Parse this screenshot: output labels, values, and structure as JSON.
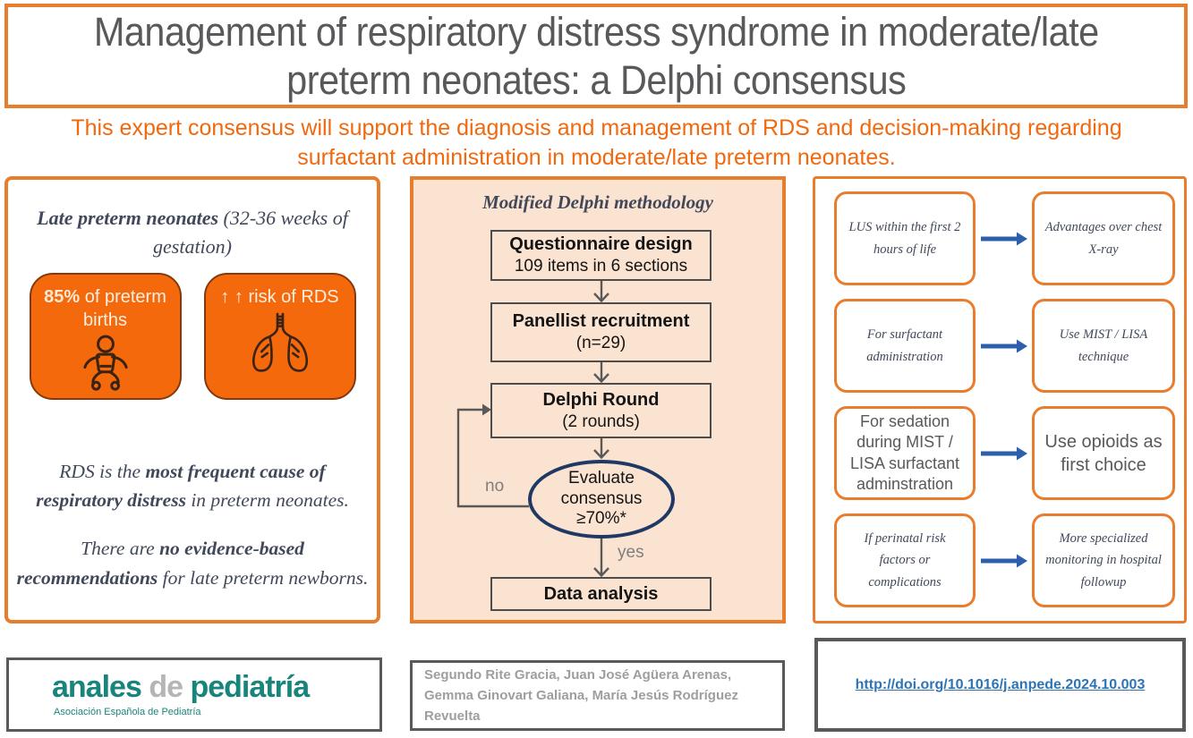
{
  "header": {
    "title_line1": "Management of respiratory distress syndrome in moderate/late",
    "title_line2": "preterm neonates: a Delphi consensus",
    "subtitle_line1": "This expert consensus will support the diagnosis and management of RDS and decision-making regarding",
    "subtitle_line2": "surfactant administration in moderate/late preterm neonates."
  },
  "left_panel": {
    "heading_bold": "Late preterm neonates",
    "heading_rest": " (32-36 weeks of gestation)",
    "stat_boxes": [
      {
        "value": "85%",
        "rest": " of preterm births",
        "icon": "baby-icon"
      },
      {
        "arrows": "↑ ↑",
        "rest": " risk of RDS",
        "icon": "lungs-icon"
      }
    ],
    "para1": {
      "pre": "RDS is the ",
      "bold": "most frequent cause of respiratory distress",
      "post": " in preterm neonates."
    },
    "para2": {
      "pre": "There are ",
      "bold": "no evidence-based recommendations",
      "post": " for late preterm newborns."
    }
  },
  "methodology": {
    "title": "Modified Delphi methodology",
    "steps": [
      {
        "title": "Questionnaire design",
        "subtitle": "109 items in 6 sections"
      },
      {
        "title": "Panellist recruitment",
        "subtitle": "(n=29)"
      },
      {
        "title": "Delphi Round",
        "subtitle": "(2 rounds)"
      }
    ],
    "decision": "Evaluate consensus ≥70%*",
    "final_step": "Data analysis",
    "labels": {
      "no": "no",
      "yes": "yes"
    }
  },
  "recommendations": {
    "rows": [
      {
        "condition": "LUS within the first 2 hours of life",
        "recommendation": "Advantages over chest X-ray"
      },
      {
        "condition": "For surfactant administration",
        "recommendation": "Use MIST / LISA technique"
      },
      {
        "condition": "For sedation during MIST / LISA surfactant adminstration",
        "recommendation": "Use opioids as first choice"
      },
      {
        "condition": "If perinatal risk factors or complications",
        "recommendation": "More specialized monitoring in hospital followup"
      }
    ]
  },
  "footer": {
    "journal": {
      "name_part1": "anales ",
      "name_part2": "de",
      "name_part3": " pediatría",
      "subtitle": "Asociación Española de Pediatría"
    },
    "authors": "Segundo Rite Gracia, Juan José Agüera Arenas, Gemma Ginovart Galiana, María Jesús Rodríguez Revuelta",
    "doi": "http://doi.org/10.1016/j.anpede.2024.10.003"
  },
  "colors": {
    "accent_orange_border": "#E87D2E",
    "accent_orange_fill": "#F4690C",
    "subtitle_orange": "#F0690F",
    "peach_background": "#FBE3D1",
    "navy_ellipse": "#1F3864",
    "arrow_blue": "#2E5FAC",
    "teal_logo": "#17857B",
    "gray_text": "#58595B",
    "link_blue": "#2E74B5"
  }
}
